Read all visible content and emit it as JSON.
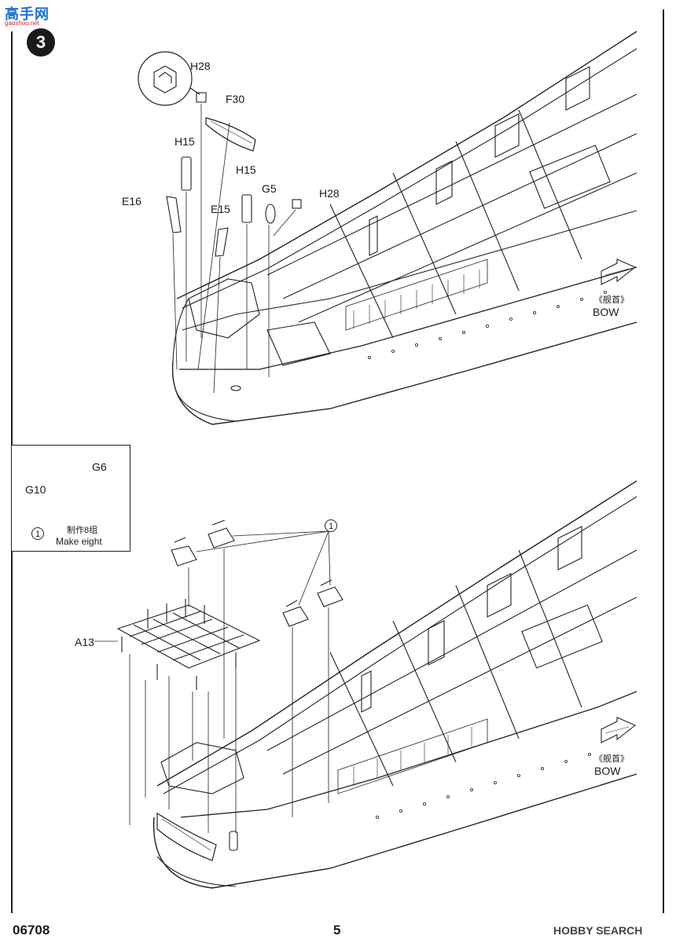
{
  "watermark": {
    "logo_text": "高手网",
    "logo_url": "gaoshou.net"
  },
  "step": {
    "number": "3"
  },
  "top_view": {
    "labels": {
      "h28_top": "H28",
      "f30": "F30",
      "h15_left": "H15",
      "h15_right": "H15",
      "e16": "E16",
      "e15": "E15",
      "g5": "G5",
      "h28_right": "H28"
    },
    "direction_cn": "《舰首》",
    "direction_en": "BOW"
  },
  "inset": {
    "g6": "G6",
    "g10": "G10",
    "sub_number": "1",
    "instruction_cn": "制作8组",
    "instruction_en": "Make eight"
  },
  "bottom_view": {
    "callout_number": "1",
    "a13": "A13",
    "direction_cn": "《舰首》",
    "direction_en": "BOW"
  },
  "footer": {
    "kit_number": "06708",
    "page_number": "5",
    "credit": "HOBBY SEARCH"
  },
  "colors": {
    "line": "#222222",
    "logo_blue": "#1f6fd1",
    "logo_red": "#d42a2a"
  }
}
